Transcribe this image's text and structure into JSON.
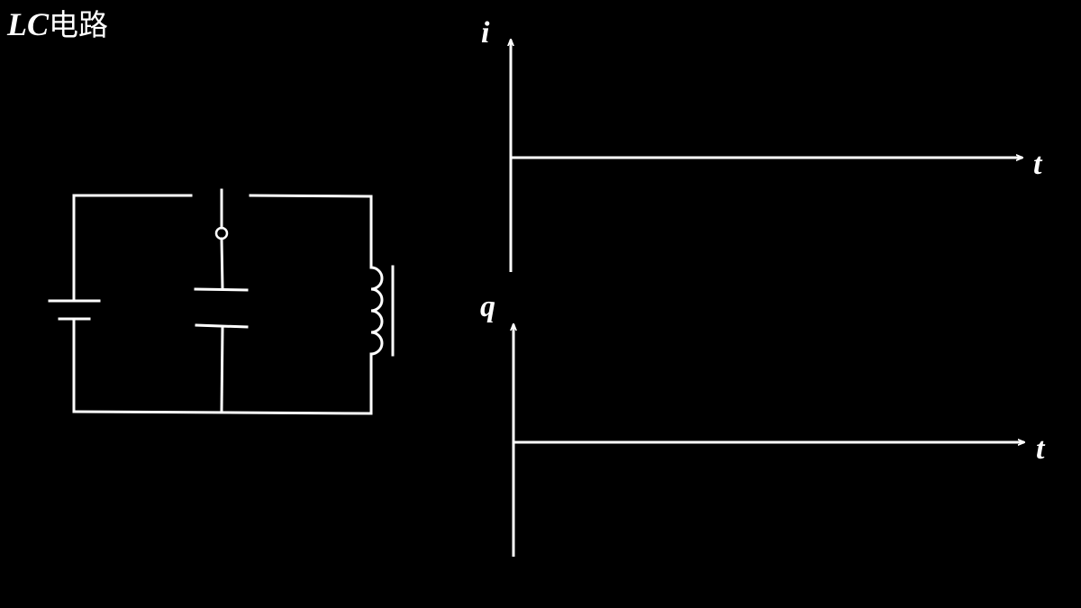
{
  "title": {
    "latin": "LC",
    "cjk": "电路"
  },
  "graphs": [
    {
      "y_axis_label": "i",
      "x_axis_label": "t"
    },
    {
      "y_axis_label": "q",
      "x_axis_label": "t"
    }
  ],
  "colors": {
    "background": "#000000",
    "stroke": "#ffffff"
  }
}
